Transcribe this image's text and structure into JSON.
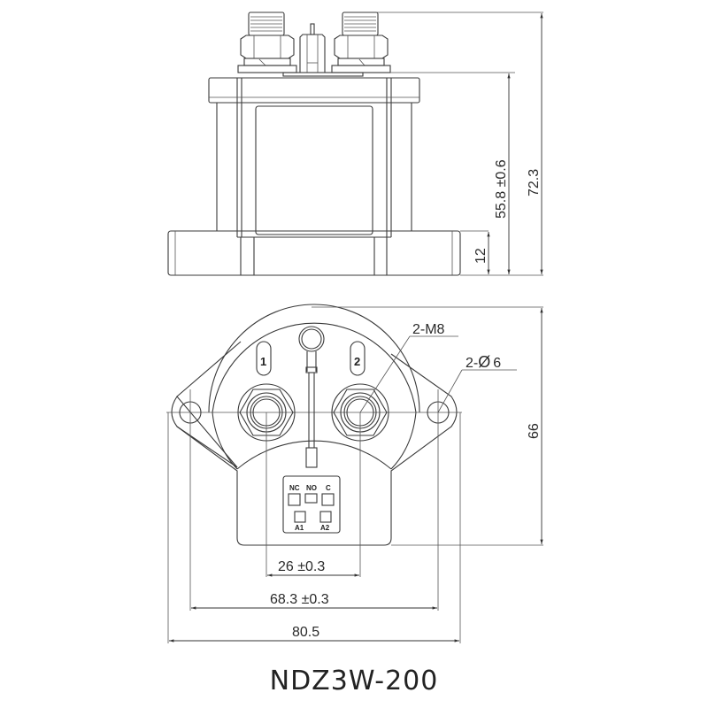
{
  "title": "NDZ3W-200",
  "side_view": {
    "dimensions": {
      "overall_height": "72.3",
      "body_height": "55.8 ±0.6",
      "flange_height": "12"
    }
  },
  "bottom_view": {
    "terminal_labels": [
      "1",
      "2"
    ],
    "callouts": {
      "thread": "2-M8",
      "mount_hole_prefix": "2-",
      "mount_hole_symbol": "Ø",
      "mount_hole_size": "6"
    },
    "connector_pins": {
      "top": [
        "NC",
        "NO",
        "C"
      ],
      "bottom": [
        "A1",
        "A2"
      ]
    },
    "dimensions": {
      "terminal_spacing": "26 ±0.3",
      "mount_hole_spacing": "68.3 ±0.3",
      "overall_width": "80.5",
      "overall_depth": "66"
    }
  }
}
